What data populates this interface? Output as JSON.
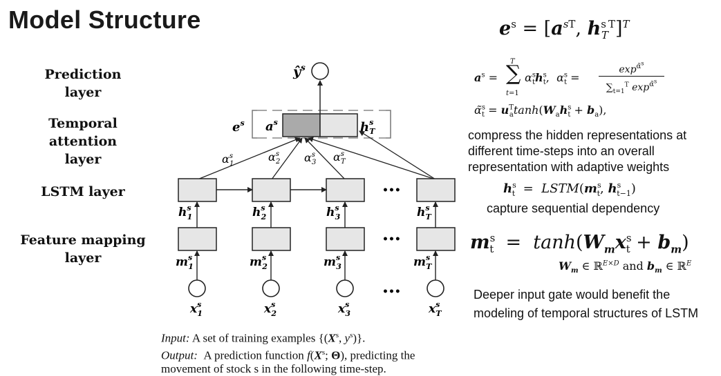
{
  "title": "Model Structure",
  "layers": {
    "prediction": "Prediction layer",
    "temporal_1": "Temporal attention",
    "temporal_2": "layer",
    "lstm": "LSTM layer",
    "feature_1": "Feature mapping",
    "feature_2": "layer"
  },
  "notes": {
    "attention_1": "compress the hidden representations at",
    "attention_2": "different time-steps into an overall",
    "attention_3": "representation with adaptive weights",
    "lstm": "capture sequential dependency",
    "gate_1": "Deeper input gate would benefit the",
    "gate_2": "modeling of temporal structures of LSTM"
  },
  "bottom": {
    "input_label": "Input:",
    "input_text": "A set of training examples {(X",
    "output_label": "Output:",
    "output_text": "A prediction function f(X",
    "output_rest": "), predicting the",
    "line3": "movement of stock s in the following time-step."
  },
  "equations": {
    "es": "e",
    "lstm_eq": "LSTM",
    "tanh": "tanh",
    "and": "and"
  },
  "diagram": {
    "ellipsis": "•••",
    "ys": "ŷ",
    "es_label": "e",
    "as_label": "a",
    "hT_label": "h"
  }
}
